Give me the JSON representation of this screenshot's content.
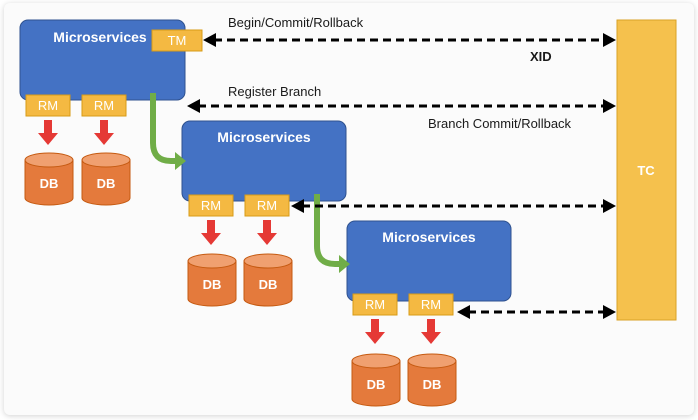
{
  "diagram": {
    "microservice_label": "Microservices",
    "tm_label": "TM",
    "rm_label": "RM",
    "db_label": "DB",
    "tc_label": "TC",
    "begin_commit_rollback": "Begin/Commit/Rollback",
    "xid": "XID",
    "register_branch": "Register Branch",
    "branch_commit_rollback": "Branch Commit/Rollback"
  },
  "colors": {
    "service": "#4472c4",
    "tag": "#f4b942",
    "tc": "#f5c14d",
    "db": "#e47a3c",
    "red_arrow": "#e53935",
    "green_arrow": "#70ad47"
  }
}
